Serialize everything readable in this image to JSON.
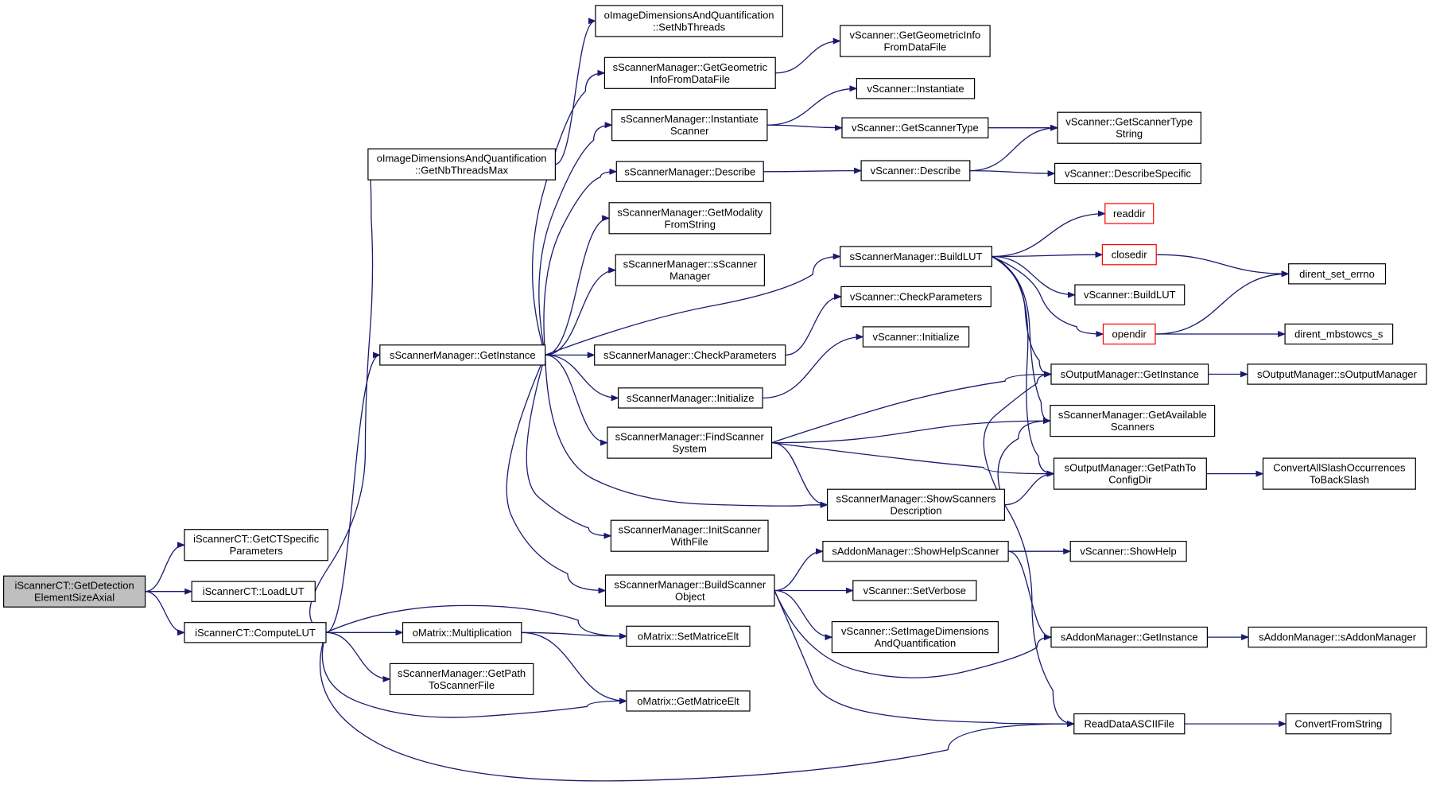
{
  "colors": {
    "edge": "#191970",
    "root_fill": "#bfbfbf",
    "truncated_border": "#ff0000"
  },
  "nodes": {
    "getDetectionElementSizeAxial": {
      "lines": [
        "iScannerCT::GetDetection",
        "ElementSizeAxial"
      ],
      "root": true
    },
    "getCTSpecificParameters": {
      "lines": [
        "iScannerCT::GetCTSpecific",
        "Parameters"
      ]
    },
    "loadLUT": {
      "lines": [
        "iScannerCT::LoadLUT"
      ]
    },
    "computeLUT": {
      "lines": [
        "iScannerCT::ComputeLUT"
      ]
    },
    "getNbThreadsMax": {
      "lines": [
        "oImageDimensionsAndQuantification",
        "::GetNbThreadsMax"
      ]
    },
    "setNbThreads": {
      "lines": [
        "oImageDimensionsAndQuantification",
        "::SetNbThreads"
      ]
    },
    "smGetInstance": {
      "lines": [
        "sScannerManager::GetInstance"
      ]
    },
    "smGetGeometricInfo": {
      "lines": [
        "sScannerManager::GetGeometric",
        "InfoFromDataFile"
      ]
    },
    "smInstantiateScanner": {
      "lines": [
        "sScannerManager::Instantiate",
        "Scanner"
      ]
    },
    "smDescribe": {
      "lines": [
        "sScannerManager::Describe"
      ]
    },
    "smGetModality": {
      "lines": [
        "sScannerManager::GetModality",
        "FromString"
      ]
    },
    "smConstructor": {
      "lines": [
        "sScannerManager::sScanner",
        "Manager"
      ]
    },
    "smCheckParameters": {
      "lines": [
        "sScannerManager::CheckParameters"
      ]
    },
    "smInitialize": {
      "lines": [
        "sScannerManager::Initialize"
      ]
    },
    "smFindScannerSystem": {
      "lines": [
        "sScannerManager::FindScanner",
        "System"
      ]
    },
    "smInitScannerWithFile": {
      "lines": [
        "sScannerManager::InitScanner",
        "WithFile"
      ]
    },
    "smBuildScannerObject": {
      "lines": [
        "sScannerManager::BuildScanner",
        "Object"
      ]
    },
    "omMultiplication": {
      "lines": [
        "oMatrix::Multiplication"
      ]
    },
    "omSetMatriceElt": {
      "lines": [
        "oMatrix::SetMatriceElt"
      ]
    },
    "omGetMatriceElt": {
      "lines": [
        "oMatrix::GetMatriceElt"
      ]
    },
    "smGetPathToScannerFile": {
      "lines": [
        "sScannerManager::GetPath",
        "ToScannerFile"
      ]
    },
    "vsGetGeometricInfo": {
      "lines": [
        "vScanner::GetGeometricInfo",
        "FromDataFile"
      ]
    },
    "vsInstantiate": {
      "lines": [
        "vScanner::Instantiate"
      ]
    },
    "vsGetScannerType": {
      "lines": [
        "vScanner::GetScannerType"
      ]
    },
    "vsDescribe": {
      "lines": [
        "vScanner::Describe"
      ]
    },
    "smBuildLUT": {
      "lines": [
        "sScannerManager::BuildLUT"
      ]
    },
    "vsCheckParameters": {
      "lines": [
        "vScanner::CheckParameters"
      ]
    },
    "vsInitialize": {
      "lines": [
        "vScanner::Initialize"
      ]
    },
    "smShowScannersDescription": {
      "lines": [
        "sScannerManager::ShowScanners",
        "Description"
      ]
    },
    "amShowHelpScanner": {
      "lines": [
        "sAddonManager::ShowHelpScanner"
      ]
    },
    "vsSetVerbose": {
      "lines": [
        "vScanner::SetVerbose"
      ]
    },
    "vsSetImageDimensions": {
      "lines": [
        "vScanner::SetImageDimensions",
        "AndQuantification"
      ]
    },
    "vsGetScannerTypeString": {
      "lines": [
        "vScanner::GetScannerType",
        "String"
      ]
    },
    "vsDescribeSpecific": {
      "lines": [
        "vScanner::DescribeSpecific"
      ]
    },
    "readdir": {
      "lines": [
        "readdir"
      ],
      "truncated": true
    },
    "closedir": {
      "lines": [
        "closedir"
      ],
      "truncated": true
    },
    "vsBuildLUT": {
      "lines": [
        "vScanner::BuildLUT"
      ]
    },
    "opendir": {
      "lines": [
        "opendir"
      ],
      "truncated": true
    },
    "omGetInstance": {
      "lines": [
        "sOutputManager::GetInstance"
      ]
    },
    "smGetAvailableScanners": {
      "lines": [
        "sScannerManager::GetAvailable",
        "Scanners"
      ]
    },
    "omGetPathToConfigDir": {
      "lines": [
        "sOutputManager::GetPathTo",
        "ConfigDir"
      ]
    },
    "vsShowHelp": {
      "lines": [
        "vScanner::ShowHelp"
      ]
    },
    "amGetInstance": {
      "lines": [
        "sAddonManager::GetInstance"
      ]
    },
    "readDataASCIIFile": {
      "lines": [
        "ReadDataASCIIFile"
      ]
    },
    "direntSetErrno": {
      "lines": [
        "dirent_set_errno"
      ]
    },
    "direntMbstowcs": {
      "lines": [
        "dirent_mbstowcs_s"
      ]
    },
    "omConstructor": {
      "lines": [
        "sOutputManager::sOutputManager"
      ]
    },
    "convertAllSlash": {
      "lines": [
        "ConvertAllSlashOccurrences",
        "ToBackSlash"
      ]
    },
    "amConstructor": {
      "lines": [
        "sAddonManager::sAddonManager"
      ]
    },
    "convertFromString": {
      "lines": [
        "ConvertFromString"
      ]
    }
  }
}
